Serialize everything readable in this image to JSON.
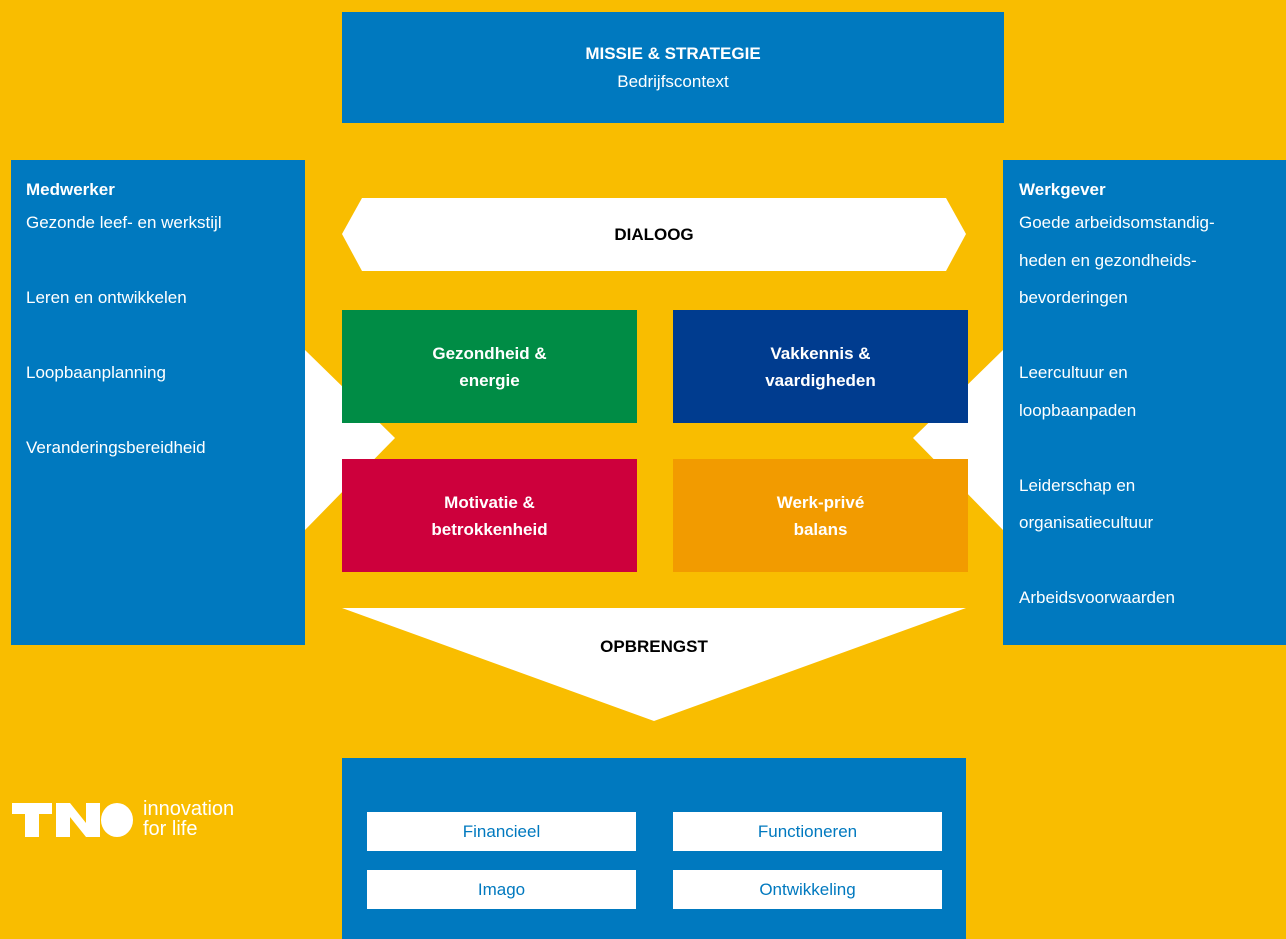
{
  "mission": {
    "title": "MISSIE & STRATEGIE",
    "subtitle": "Bedrijfscontext"
  },
  "employee": {
    "heading": "Medwerker",
    "items": [
      "Gezonde leef- en werkstijl",
      "Leren en ontwikkelen",
      "Loopbaanplanning",
      "Veranderingsbereidheid"
    ]
  },
  "employer": {
    "heading": "Werkgever",
    "items": [
      [
        "Goede arbeidsomstandig-",
        "heden en gezondheids-",
        "bevorderingen"
      ],
      [
        "Leercultuur en",
        "loopbaanpaden"
      ],
      [
        "Leiderschap en",
        "organisatiecultuur"
      ],
      [
        "Arbeidsvoorwaarden"
      ]
    ]
  },
  "dialog": {
    "label": "DIALOOG"
  },
  "quadrants": [
    {
      "line1": "Gezondheid &",
      "line2": "energie",
      "color": "#008c45"
    },
    {
      "line1": "Vakkennis &",
      "line2": "vaardigheden",
      "color": "#003c8f"
    },
    {
      "line1": "Motivatie &",
      "line2": "betrokkenheid",
      "color": "#cd003c"
    },
    {
      "line1": "Werk-privé",
      "line2": "balans",
      "color": "#f29b00"
    }
  ],
  "yield": {
    "label": "OPBRENGST"
  },
  "outcomes": [
    "Financieel",
    "Functioneren",
    "Imago",
    "Ontwikkeling"
  ],
  "logo": {
    "brand": "TNO",
    "line1": "innovation",
    "line2": "for life"
  },
  "colors": {
    "background": "#f9bd00",
    "blue": "#0079bf",
    "white": "#ffffff"
  }
}
